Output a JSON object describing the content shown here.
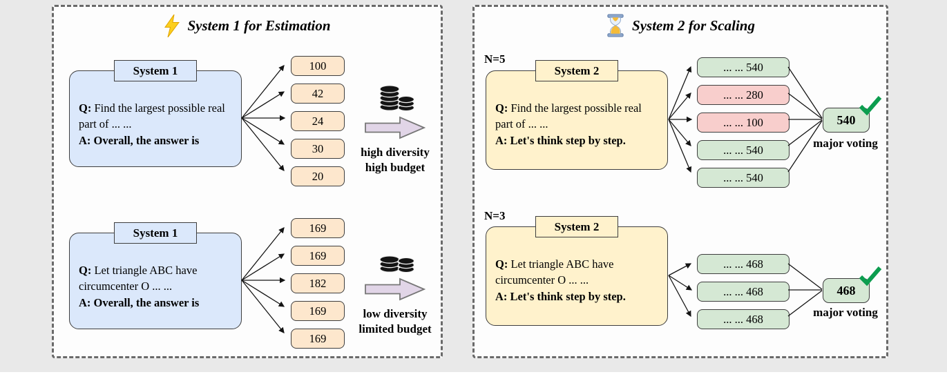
{
  "colors": {
    "background": "#e9e9e9",
    "system1_box": "#dbe8fb",
    "system2_box": "#fff2cc",
    "estimate_box": "#fde7cd",
    "majority_box": "#d5e8d4",
    "minority_box": "#f8cecc",
    "result_box": "#d5e8d4",
    "checkmark": "#0c9d4f",
    "budget_arrow": "#e1d5e7"
  },
  "icons": {
    "left_title": "lightning-icon",
    "right_title": "hourglass-icon",
    "budget": "coins-icon",
    "flow": "arrow-right-icon",
    "correct": "checkmark-icon"
  },
  "left_panel": {
    "title": "System 1 for Estimation",
    "rows": [
      {
        "system_label": "System 1",
        "q_prefix": "Q:",
        "q_text": "Find the largest possible real part of ... ...",
        "a_text": "A: Overall, the answer is",
        "answers": [
          "100",
          "42",
          "24",
          "30",
          "20"
        ],
        "caption_line1": "high diversity",
        "caption_line2": "high budget"
      },
      {
        "system_label": "System 1",
        "q_prefix": "Q:",
        "q_text": "Let triangle ABC have circumcenter O ... ...",
        "a_text": "A: Overall, the answer is",
        "answers": [
          "169",
          "169",
          "182",
          "169",
          "169"
        ],
        "caption_line1": "low diversity",
        "caption_line2": "limited budget"
      }
    ]
  },
  "right_panel": {
    "title": "System 2 for Scaling",
    "rows": [
      {
        "n_label": "N=5",
        "system_label": "System 2",
        "q_prefix": "Q:",
        "q_text": "Find the largest possible real part of ... ...",
        "a_text": "A: Let's think step by step.",
        "samples": [
          {
            "text": "... ... 540",
            "status": "majority"
          },
          {
            "text": "... ... 280",
            "status": "minority"
          },
          {
            "text": "... ... 100",
            "status": "minority"
          },
          {
            "text": "... ... 540",
            "status": "majority"
          },
          {
            "text": "... ... 540",
            "status": "majority"
          }
        ],
        "result": "540",
        "caption": "major voting"
      },
      {
        "n_label": "N=3",
        "system_label": "System 2",
        "q_prefix": "Q:",
        "q_text": "Let triangle ABC have circumcenter O ... ...",
        "a_text": "A: Let's think step by step.",
        "samples": [
          {
            "text": "... ... 468",
            "status": "majority"
          },
          {
            "text": "... ... 468",
            "status": "majority"
          },
          {
            "text": "... ... 468",
            "status": "majority"
          }
        ],
        "result": "468",
        "caption": "major voting"
      }
    ]
  }
}
